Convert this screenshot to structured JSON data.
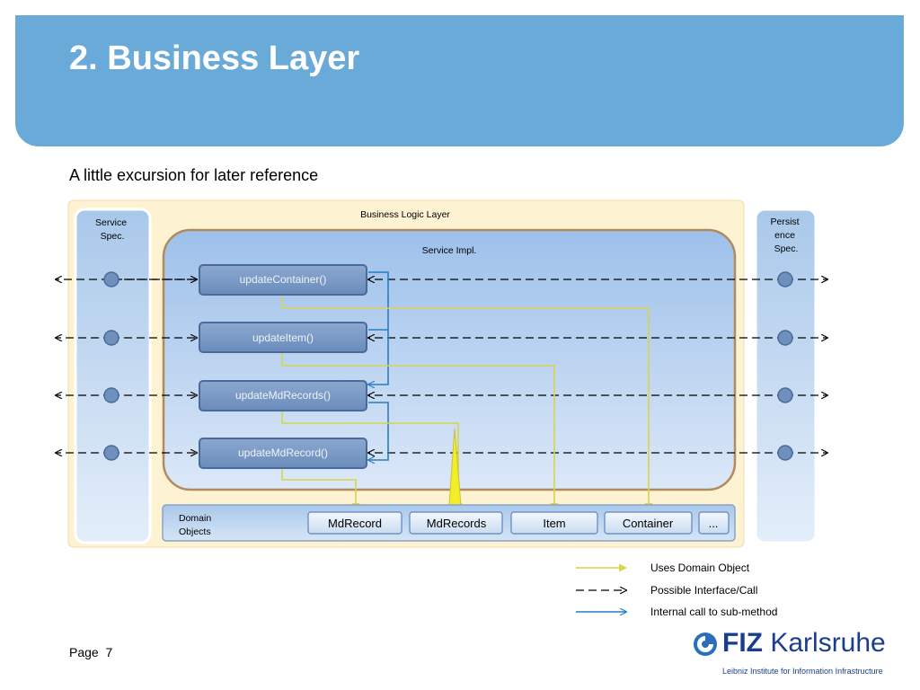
{
  "slide": {
    "title": "2. Business Layer",
    "subtitle": "A little excursion for later reference",
    "page_label": "Page",
    "page_number": "7"
  },
  "diagram": {
    "business_logic_layer": "Business Logic Layer",
    "service_spec": [
      "Service",
      "Spec."
    ],
    "persistence_spec": [
      "Persist",
      "ence",
      "Spec."
    ],
    "service_impl": "Service Impl.",
    "methods": [
      "updateContainer()",
      "updateItem()",
      "updateMdRecords()",
      "updateMdRecord()"
    ],
    "domain_objects_label": [
      "Domain",
      "Objects"
    ],
    "domain_objects": [
      "MdRecord",
      "MdRecords",
      "Item",
      "Container",
      "..."
    ]
  },
  "legend": {
    "uses_domain_object": "Uses Domain Object",
    "possible_interface": "Possible Interface/Call",
    "internal_call": "Internal call to sub-method"
  },
  "logo": {
    "name_bold": "FIZ",
    "name_rest": "Karlsruhe",
    "tagline": "Leibniz Institute for Information Infrastructure"
  },
  "colors": {
    "header": "#6aaad8",
    "yellow_arrow": "#d8d44a",
    "blue_arrow": "#2a7cc0",
    "method_box": "#7a99c2"
  }
}
